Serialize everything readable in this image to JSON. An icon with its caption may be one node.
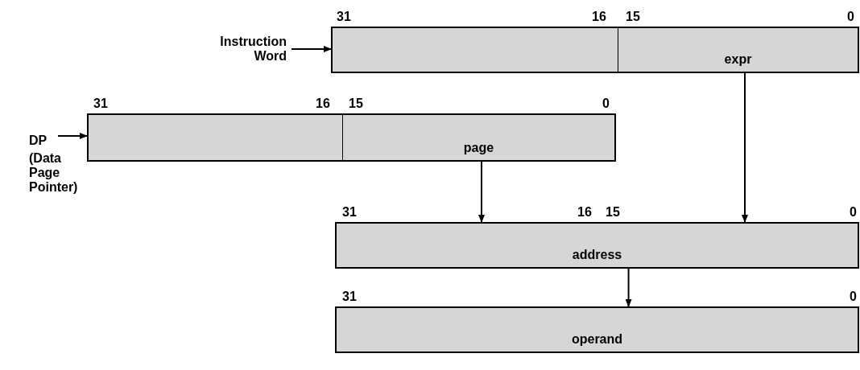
{
  "diagram": {
    "nodes": [
      {
        "text": [
          "Instruction Word"
        ]
      },
      {
        "text": [],
        "shape": "box",
        "beside": [
          "31",
          "16"
        ]
      },
      {
        "text": [
          "expr"
        ],
        "beside": [
          "15",
          "0"
        ]
      },
      {
        "text": [
          "DP"
        ],
        "beside": [
          "(Data Page Pointer)"
        ]
      },
      {
        "text": [],
        "shape": "box",
        "beside": [
          "31",
          "16"
        ]
      },
      {
        "text": [
          "page"
        ],
        "beside": [
          "15",
          "0"
        ]
      },
      {
        "text": [
          "address"
        ],
        "beside": [
          "31",
          "16",
          "15",
          "0"
        ]
      },
      {
        "text": [
          "operand"
        ],
        "beside": [
          "31",
          "0"
        ]
      }
    ],
    "edges": [
      {
        "from": 0,
        "to": 1,
        "arrow": "to"
      },
      {
        "from": 3,
        "to": 4,
        "arrow": "to"
      },
      {
        "from": 5,
        "to": 6,
        "arrow": "to"
      },
      {
        "from": 2,
        "to": 6,
        "arrow": "to"
      },
      {
        "from": 6,
        "to": 7,
        "arrow": "to"
      }
    ]
  }
}
